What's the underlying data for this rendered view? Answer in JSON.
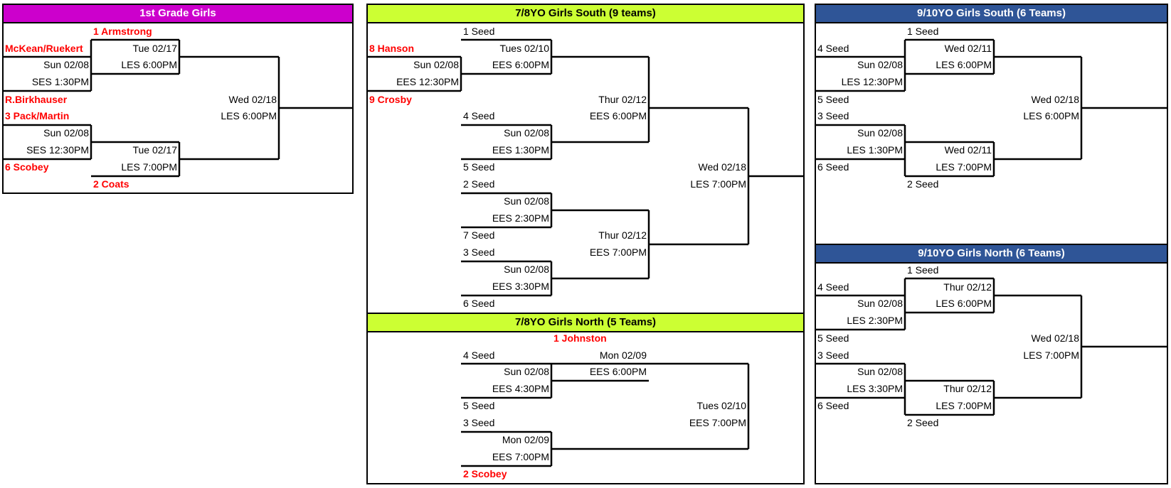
{
  "colors": {
    "first_grade_title_bg": "#cc00cc",
    "south78_title_bg": "#ccff33",
    "north78_title_bg": "#ccff33",
    "south910_title_bg": "#2f5597",
    "north910_title_bg": "#2f5597",
    "team_red": "#ff0000"
  },
  "first_grade": {
    "title": "1st Grade Girls",
    "seed_top": "1 Armstrong",
    "team_a": "McKean/Ruekert",
    "game1_date": "Sun 02/08",
    "game1_loc": "SES 1:30PM",
    "team_b": "R.Birkhauser",
    "semi1_date": "Tue 02/17",
    "semi1_loc": "LES 6:00PM",
    "final_date": "Wed 02/18",
    "final_loc": "LES 6:00PM",
    "team_c": "3 Pack/Martin",
    "game2_date": "Sun 02/08",
    "game2_loc": "SES 12:30PM",
    "team_d": "6 Scobey",
    "semi2_date": "Tue 02/17",
    "semi2_loc": "LES 7:00PM",
    "seed_bottom": "2 Coats"
  },
  "south78": {
    "title": "7/8YO Girls South (9 teams)",
    "seed1": "1 Seed",
    "team8": "8 Hanson",
    "play_in_date": "Sun 02/08",
    "play_in_loc": "EES 12:30PM",
    "team9": "9 Crosby",
    "qf1_date": "Tues 02/10",
    "qf1_loc": "EES 6:00PM",
    "seed4": "4 Seed",
    "r1a_date": "Sun 02/08",
    "r1a_loc": "EES 1:30PM",
    "seed5": "5 Seed",
    "sf1_date": "Thur 02/12",
    "sf1_loc": "EES 6:00PM",
    "seed2": "2 Seed",
    "r1b_date": "Sun 02/08",
    "r1b_loc": "EES 2:30PM",
    "seed7": "7 Seed",
    "sf2_date": "Thur 02/12",
    "sf2_loc": "EES 7:00PM",
    "seed3": "3 Seed",
    "r1c_date": "Sun 02/08",
    "r1c_loc": "EES 3:30PM",
    "seed6": "6 Seed",
    "final_date": "Wed 02/18",
    "final_loc": "LES 7:00PM"
  },
  "north78": {
    "title": "7/8YO Girls North (5 Teams)",
    "seed_top": "1 Johnston",
    "seed4": "4 Seed",
    "r1a_date": "Sun 02/08",
    "r1a_loc": "EES 4:30PM",
    "seed5": "5 Seed",
    "sf1_date": "Mon 02/09",
    "sf1_loc": "EES 6:00PM",
    "seed3": "3 Seed",
    "sf2_date": "Mon 02/09",
    "sf2_loc": "EES 7:00PM",
    "seed_bottom": "2 Scobey",
    "final_date": "Tues 02/10",
    "final_loc": "EES 7:00PM"
  },
  "south910": {
    "title": "9/10YO Girls South (6 Teams)",
    "seed1": "1 Seed",
    "seed4": "4 Seed",
    "r1a_date": "Sun 02/08",
    "r1a_loc": "LES 12:30PM",
    "seed5": "5 Seed",
    "sf1_date": "Wed 02/11",
    "sf1_loc": "LES 6:00PM",
    "final_date": "Wed 02/18",
    "final_loc": "LES 6:00PM",
    "seed3": "3 Seed",
    "r1b_date": "Sun 02/08",
    "r1b_loc": "LES 1:30PM",
    "seed6": "6 Seed",
    "sf2_date": "Wed 02/11",
    "sf2_loc": "LES 7:00PM",
    "seed2": "2 Seed"
  },
  "north910": {
    "title": "9/10YO Girls North (6 Teams)",
    "seed1": "1 Seed",
    "seed4": "4 Seed",
    "r1a_date": "Sun 02/08",
    "r1a_loc": "LES 2:30PM",
    "seed5": "5 Seed",
    "sf1_date": "Thur 02/12",
    "sf1_loc": "LES 6:00PM",
    "final_date": "Wed 02/18",
    "final_loc": "LES 7:00PM",
    "seed3": "3 Seed",
    "r1b_date": "Sun 02/08",
    "r1b_loc": "LES 3:30PM",
    "seed6": "6 Seed",
    "sf2_date": "Thur 02/12",
    "sf2_loc": "LES 7:00PM",
    "seed2": "2 Seed"
  }
}
